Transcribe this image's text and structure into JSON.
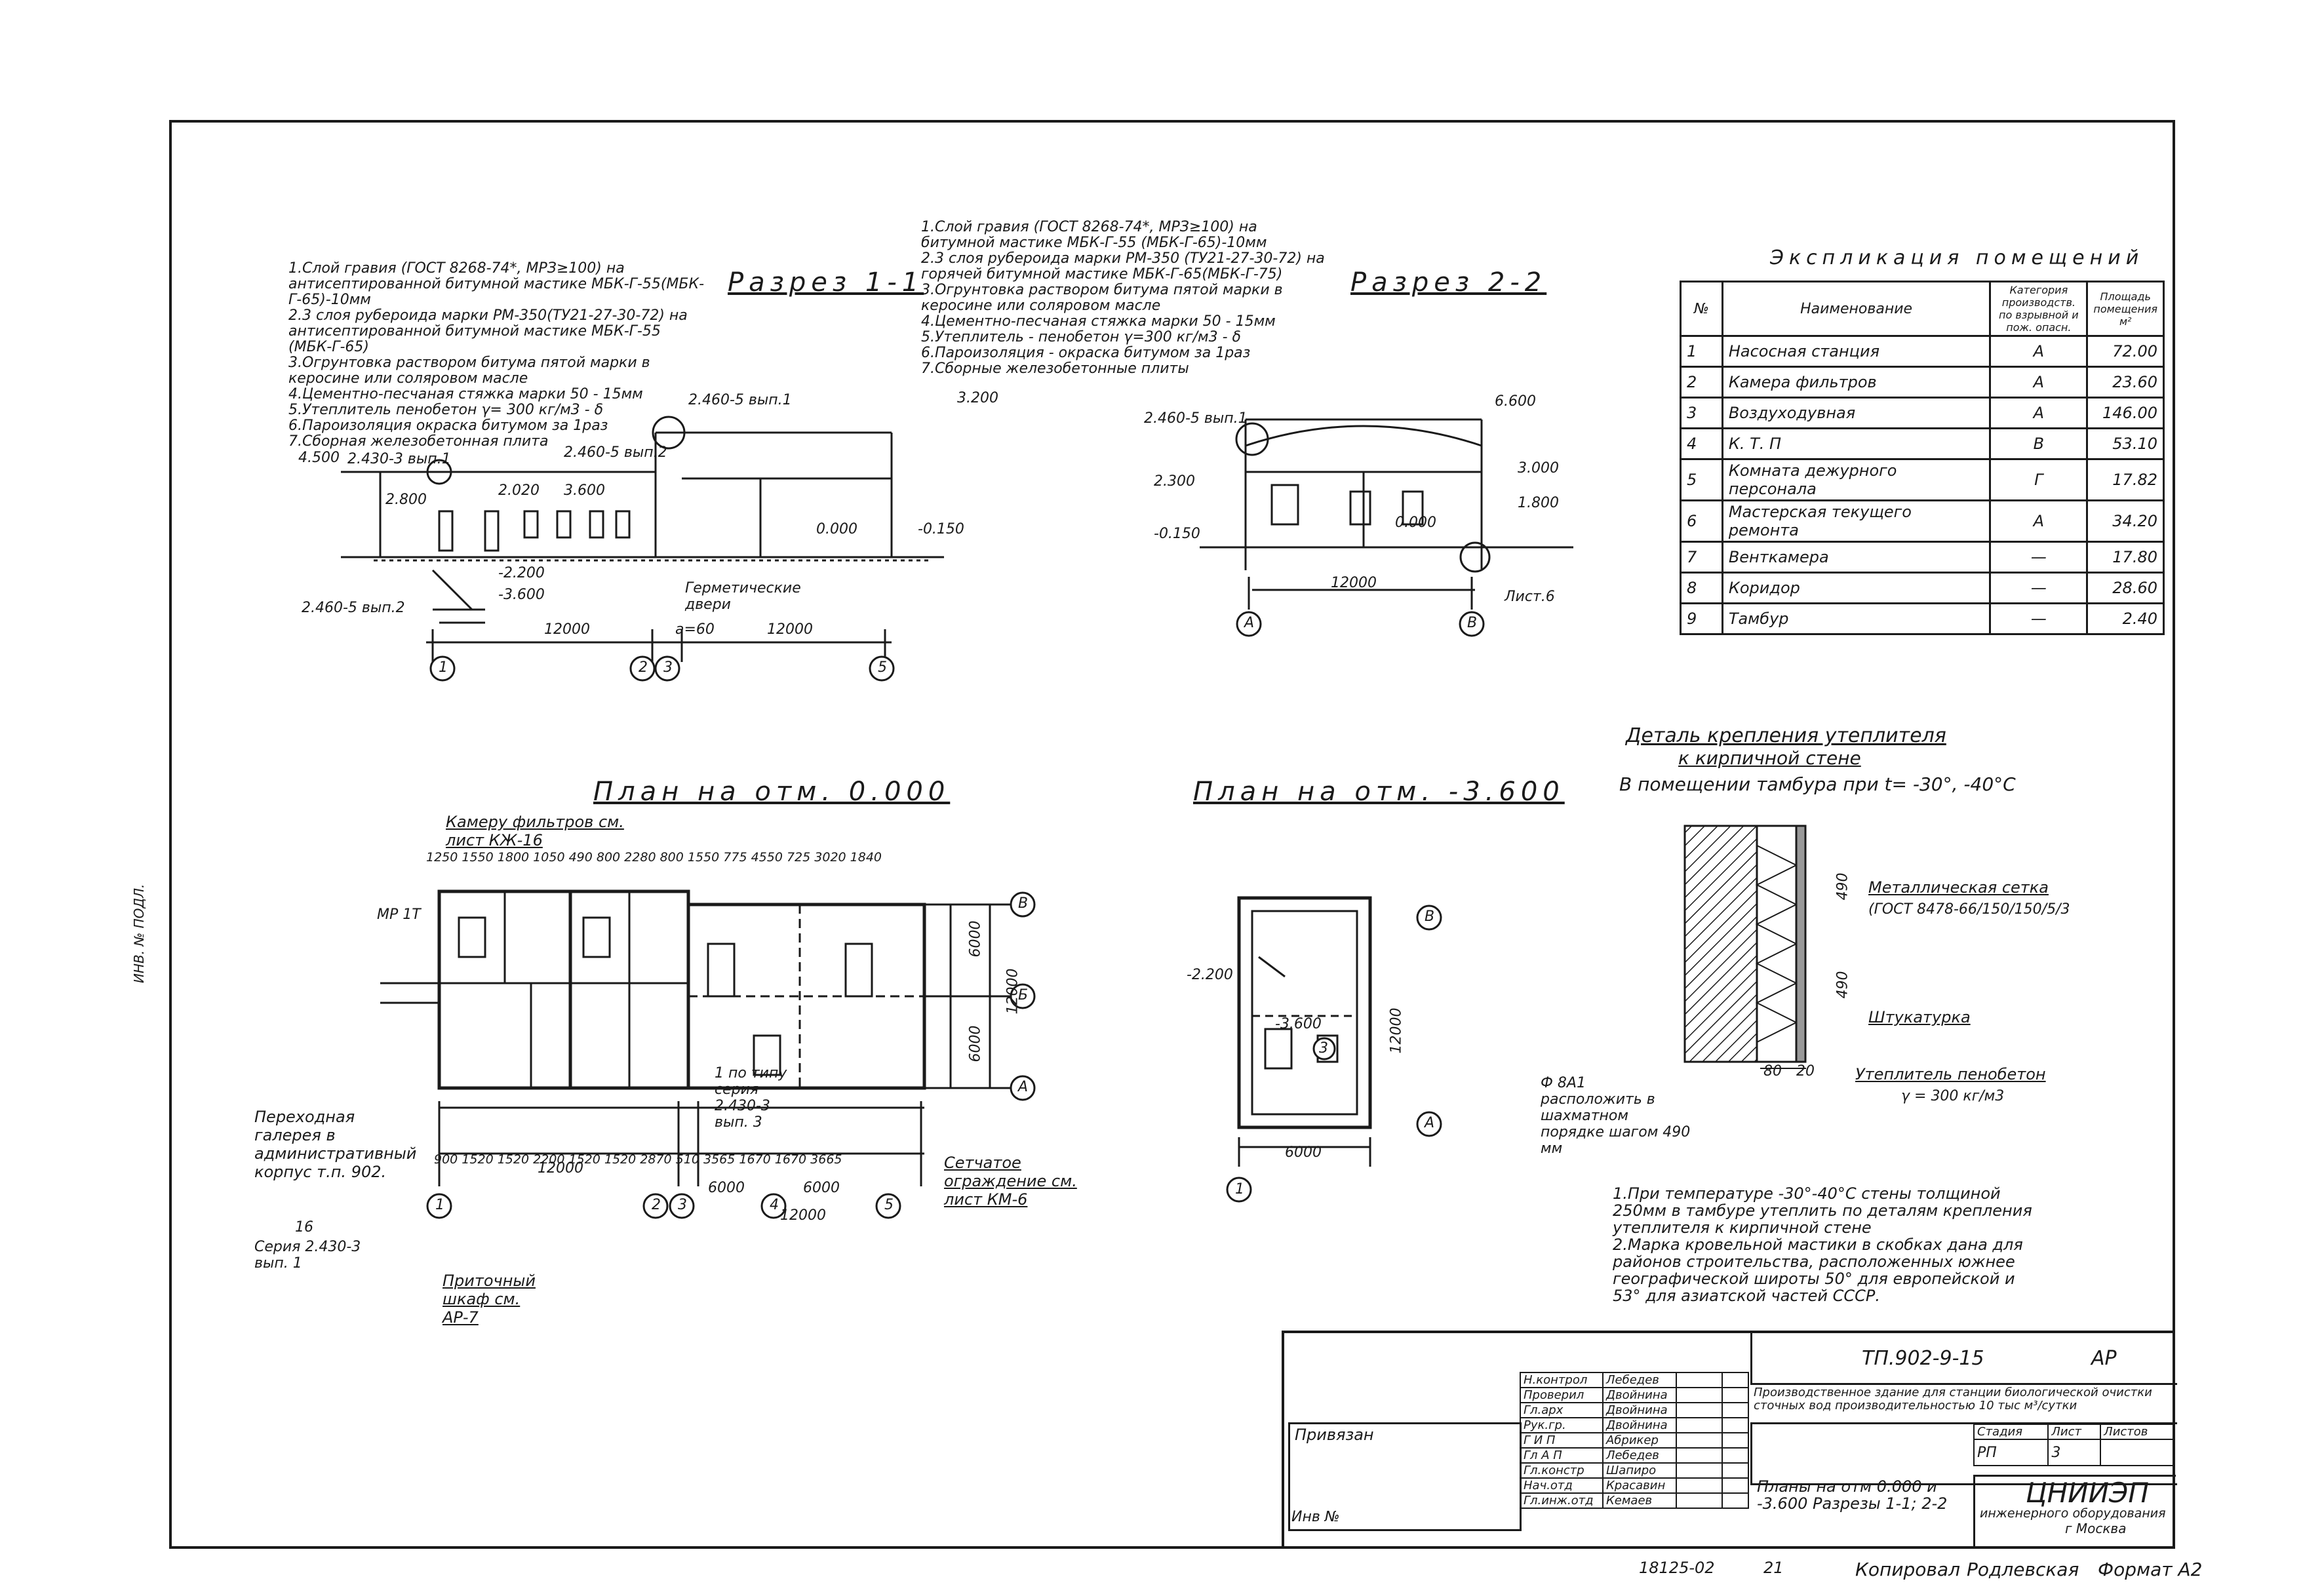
{
  "frame_left_mark": "ИНВ. № ПОДЛ.",
  "section_1": {
    "title": "Разрез 1-1",
    "layers": [
      "1.Слой гравия (ГОСТ 8268-74*, МРЗ≥100) на антисептированной битумной мастике МБК-Г-55(МБК-Г-65)-10мм",
      "2.3 слоя рубероида марки РМ-350(ТУ21-27-30-72) на антисептированной битумной мастике МБК-Г-55 (МБК-Г-65)",
      "3.Огрунтовка раствором битума пятой марки в керосине или соляровом масле",
      "4.Цементно-песчаная стяжка марки 50 - 15мм",
      "5.Утеплитель пенобетон γ= 300 кг/м3 - δ",
      "6.Пароизоляция окраска битумом за 1раз",
      "7.Сборная железобетонная плита"
    ],
    "marks": {
      "m1": "2.430-3 вып.1",
      "m2": "2.460-5 вып.1",
      "m3": "2.460-5 вып.2",
      "m4": "2.460-5 вып.2",
      "doors": "Герметические двери",
      "elev_4500": "4.500",
      "elev_3200": "3.200",
      "elev_2800": "2.800",
      "elev_2020": "2.020",
      "elev_3600": "3.600",
      "elev_0000": "0.000",
      "elev_m0150": "-0.150",
      "elev_m2200": "-2.200",
      "elev_m3600": "-3.600",
      "dim1": "12000",
      "dim2": "12000",
      "dim3": "a=60"
    }
  },
  "section_2": {
    "title": "Разрез 2-2",
    "layers": [
      "1.Слой гравия (ГОСТ 8268-74*, МРЗ≥100) на битумной мастике МБК-Г-55 (МБК-Г-65)-10мм",
      "2.3 слоя рубероида марки РМ-350 (ТУ21-27-30-72) на горячей битумной мастике МБК-Г-65(МБК-Г-75)",
      "3.Огрунтовка раствором битума пятой марки в керосине или соляровом масле",
      "4.Цементно-песчаная стяжка марки 50 - 15мм",
      "5.Утеплитель - пенобетон γ=300 кг/м3 - δ",
      "6.Пароизоляция - окраска битумом за 1раз",
      "7.Сборные железобетонные плиты"
    ],
    "marks": {
      "m1": "2.460-5 вып.1",
      "m2": "Лист.6",
      "elev_6600": "6.600",
      "elev_3000": "3.000",
      "elev_1800": "1.800",
      "elev_0000": "0.000",
      "elev_m0150": "-0.150",
      "elev_2300": "2.300",
      "dim": "12000"
    }
  },
  "plan_0": {
    "title": "План на отм. 0.000",
    "camera_ref": "Камеру фильтров см. лист КЖ-16",
    "gallery": "Переходная галерея в административный корпус т.п. 902.",
    "series": "Серия 2.430-3 вып. 1",
    "series_num": "16",
    "vent": "Приточный шкаф см. АР-7",
    "fence": "Сетчатое ограждение см. лист КМ-6",
    "typical": "1 по типу серия 2.430-3 вып. 3",
    "dims_top": "1250 1550 1800 1050 490 800 2280 800 1550 775 4550 725 3020 1840",
    "dims_bottom": "900 1520 1520 2200 1520 1520 2870 510 3565 1670 1670 3665",
    "dims_total": "12000",
    "dims_total2": "12000",
    "dims_mid": "6000",
    "dims_mid2": "6000",
    "dims_right1": "6000",
    "dims_right2": "6000",
    "dims_right_total": "12000",
    "mark_mr": "МР 1Т"
  },
  "plan_m3600": {
    "title": "План на отм. -3.600",
    "elev1": "-2.200",
    "elev2": "-3.600",
    "dim_w": "6000",
    "dim_h": "12000"
  },
  "explication": {
    "title": "Экспликация помещений",
    "headers": [
      "№",
      "Наименование",
      "Категория производств. по взрывной и пож. опасн.",
      "Площадь помещения м²"
    ],
    "rows": [
      [
        "1",
        "Насосная станция",
        "А",
        "72.00"
      ],
      [
        "2",
        "Камера фильтров",
        "А",
        "23.60"
      ],
      [
        "3",
        "Воздуходувная",
        "А",
        "146.00"
      ],
      [
        "4",
        "К. Т. П",
        "В",
        "53.10"
      ],
      [
        "5",
        "Комната дежурного персонала",
        "Г",
        "17.82"
      ],
      [
        "6",
        "Мастерская текущего ремонта",
        "А",
        "34.20"
      ],
      [
        "7",
        "Венткамера",
        "—",
        "17.80"
      ],
      [
        "8",
        "Коридор",
        "—",
        "28.60"
      ],
      [
        "9",
        "Тамбур",
        "—",
        "2.40"
      ]
    ]
  },
  "detail": {
    "title": "Деталь крепления утеплителя",
    "subtitle": "к кирпичной стене",
    "subtitle2": "В помещении тамбура при t= -30°, -40°C",
    "mesh": "Металлическая сетка",
    "mesh_std": "(ГОСТ 8478-66/150/150/5/3",
    "plaster": "Штукатурка",
    "insulation": "Утеплитель пенобетон",
    "insulation_density": "γ = 300 кг/м3",
    "dowels": "Ф 8А1 расположить в шахматном порядке шагом 490 мм",
    "dim1": "80",
    "dim2": "20",
    "dim3": "490",
    "dim4": "490"
  },
  "notes": [
    "1.При температуре -30°-40°С стены толщиной 250мм в тамбуре утеплить по деталям крепления утеплителя к кирпичной стене",
    "2.Марка кровельной мастики в скобках дана для районов строительства, расположенных южнее географической широты 50° для европейской и 53° для азиатской частей СССР."
  ],
  "stamp": {
    "code": "ТП.902-9-15",
    "suffix": "АР",
    "project": "Производственное здание для станции биологической очистки сточных вод производительностью 10 тыс м³/сутки",
    "sheet_title": "Планы на отм 0.000 и -3.600 Разрезы 1-1; 2-2",
    "org": "ЦНИИЭП",
    "org2": "инженерного оборудования",
    "org3": "г Москва",
    "stage_h": "Стадия",
    "sheet_h": "Лист",
    "sheets_h": "Листов",
    "stage": "РП",
    "sheet": "3",
    "sheets": "",
    "linked": "Привязан",
    "inv": "Инв №",
    "people": [
      [
        "Н.контрол",
        "Лебедев"
      ],
      [
        "Проверил",
        "Двойнина"
      ],
      [
        "Гл.арх",
        "Двойнина"
      ],
      [
        "Рук.гр.",
        "Двойнина"
      ],
      [
        "Г И П",
        "Абрикер"
      ],
      [
        "Гл А П",
        "Лебедев"
      ],
      [
        "Гл.констр",
        "Шапиро"
      ],
      [
        "Нач.отд",
        "Красавин"
      ],
      [
        "Гл.инж.отд",
        "Кемаев"
      ]
    ]
  },
  "footer": {
    "num": "18125-02",
    "sheet_no": "21",
    "copied": "Копировал",
    "copier": "Родлевская",
    "format": "Формат А2"
  }
}
